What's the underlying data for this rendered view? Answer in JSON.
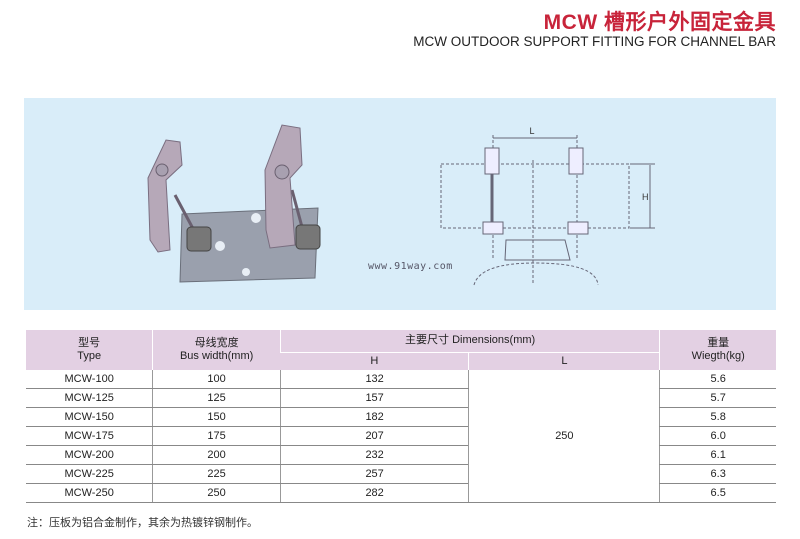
{
  "title": "MCW 槽形户外固定金具",
  "subtitle": "MCW OUTDOOR SUPPORT FITTING FOR CHANNEL BAR",
  "watermark": "www.91way.com",
  "drawing_labels": {
    "L": "L",
    "H": "H"
  },
  "table": {
    "headers": {
      "type_cn": "型号",
      "type_en": "Type",
      "bus_cn": "母线宽度",
      "bus_en": "Bus width(mm)",
      "dim": "主要尺寸 Dimensions(mm)",
      "h": "H",
      "l": "L",
      "weight_cn": "重量",
      "weight_en": "Wiegth(kg)"
    },
    "l_value": "250",
    "rows": [
      {
        "type": "MCW-100",
        "bus": "100",
        "h": "132",
        "weight": "5.6"
      },
      {
        "type": "MCW-125",
        "bus": "125",
        "h": "157",
        "weight": "5.7"
      },
      {
        "type": "MCW-150",
        "bus": "150",
        "h": "182",
        "weight": "5.8"
      },
      {
        "type": "MCW-175",
        "bus": "175",
        "h": "207",
        "weight": "6.0"
      },
      {
        "type": "MCW-200",
        "bus": "200",
        "h": "232",
        "weight": "6.1"
      },
      {
        "type": "MCW-225",
        "bus": "225",
        "h": "257",
        "weight": "6.3"
      },
      {
        "type": "MCW-250",
        "bus": "250",
        "h": "282",
        "weight": "6.5"
      }
    ]
  },
  "note": "注：压板为铝合金制作，其余为热镀锌钢制作。"
}
